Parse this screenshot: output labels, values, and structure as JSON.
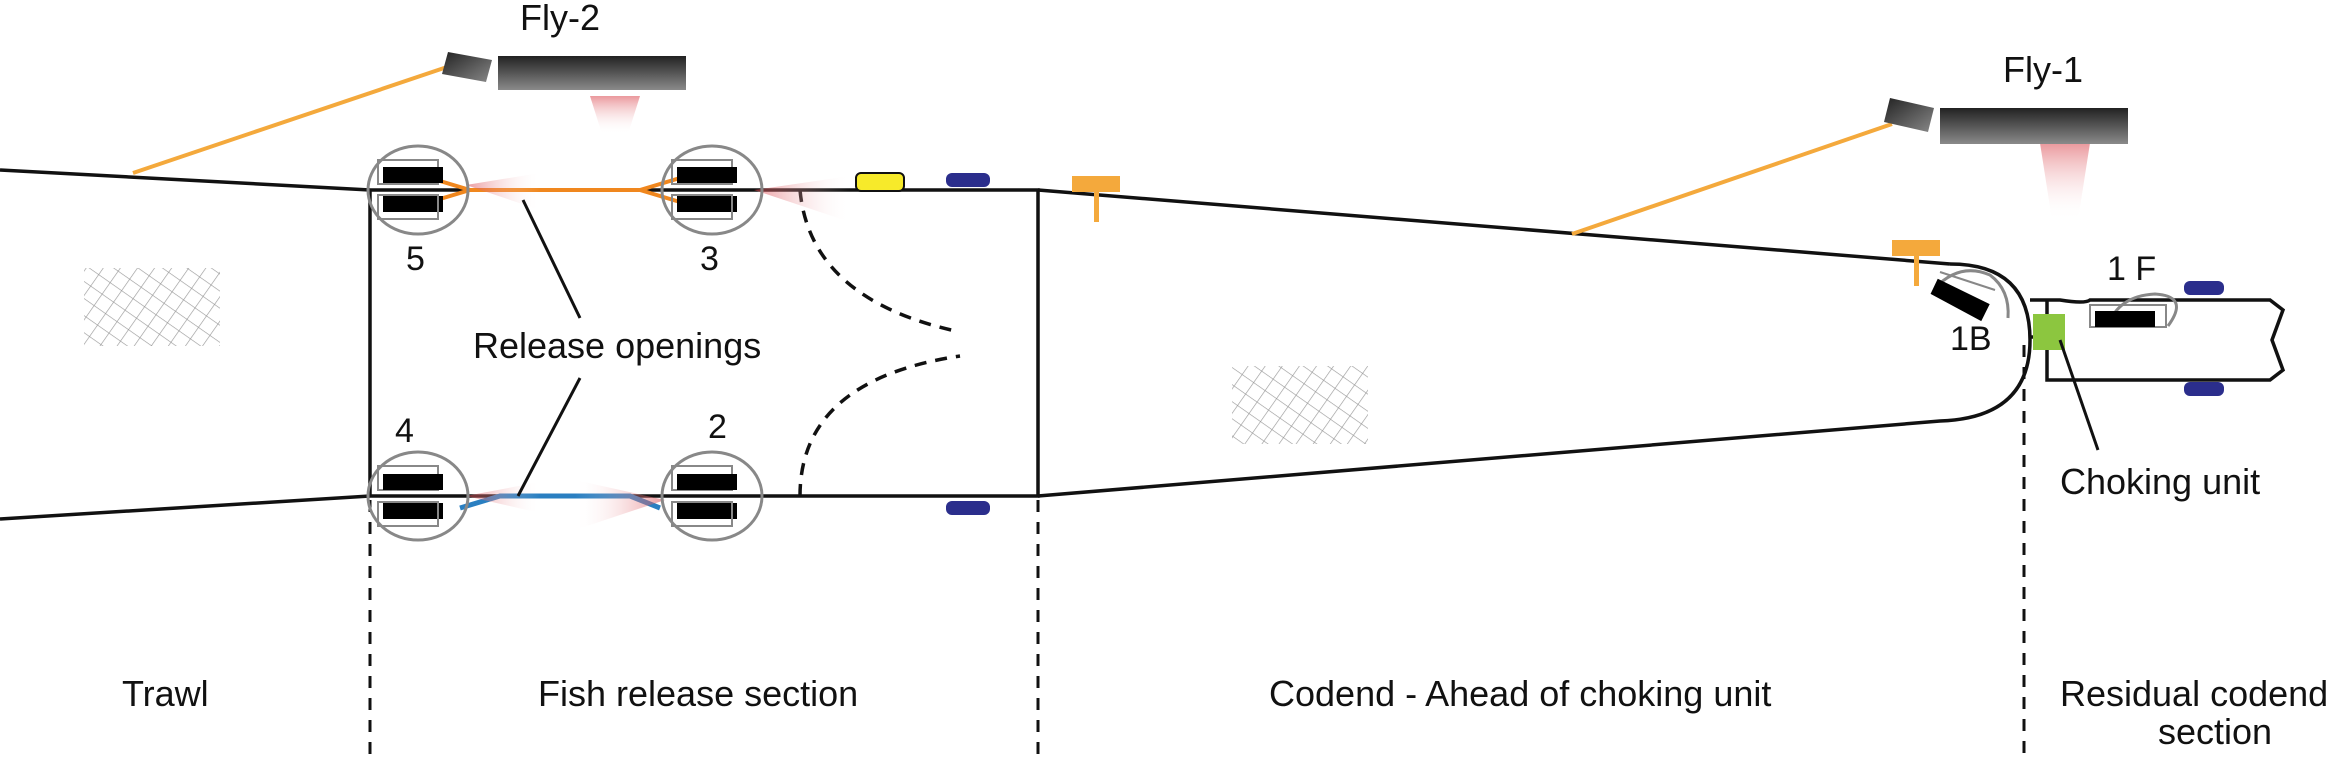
{
  "cameras": {
    "fly2": "Fly-2",
    "fly1": "Fly-1"
  },
  "openings": {
    "o5": "5",
    "o3": "3",
    "o4": "4",
    "o2": "2",
    "o1b": "1B",
    "o1f": "1 F"
  },
  "annotations": {
    "release_openings": "Release openings",
    "choking_unit": "Choking unit"
  },
  "sections": {
    "trawl": "Trawl",
    "fish_release": "Fish release section",
    "codend_ahead": "Codend - Ahead of choking unit",
    "residual_line1": "Residual codend",
    "residual_line2": "section"
  },
  "colors": {
    "net_line": "#111111",
    "orange_line": "#f4a93c",
    "orange_edge": "#f0871e",
    "blue_edge": "#2a7fc1",
    "navy_marker": "#2b2e8c",
    "yellow_marker": "#f7ea2a",
    "green_unit": "#8cc63f",
    "glow": "#e8868a"
  }
}
